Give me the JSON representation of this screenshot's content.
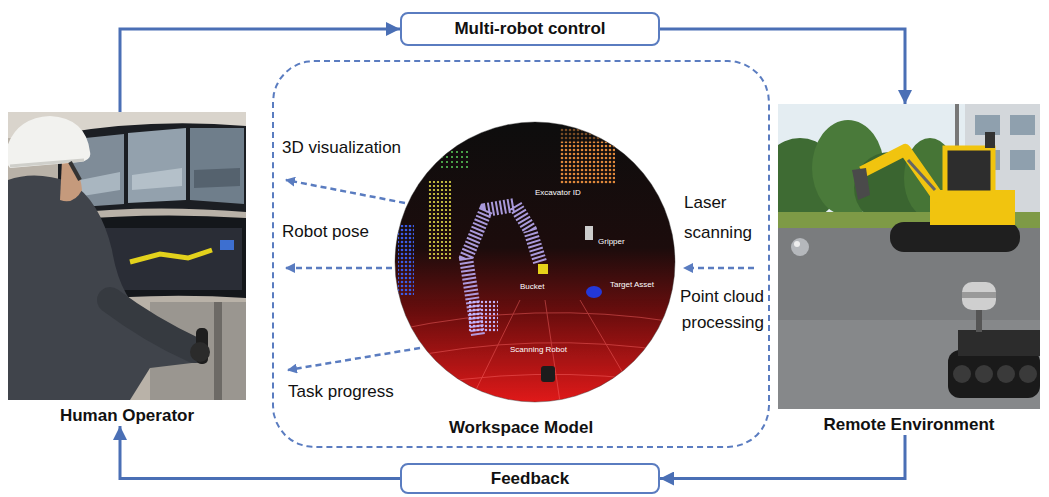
{
  "diagram": {
    "nodes": [
      {
        "text": [
          "Multi-robot control"
        ]
      },
      {
        "text": [
          "Human Operator"
        ]
      },
      {
        "text": [
          "Workspace Model"
        ]
      },
      {
        "text": [
          "Excavator ID",
          "Gripper",
          "Bucket",
          "Target Asset",
          "Scanning Robot"
        ],
        "in": 2
      },
      {
        "text": [
          "Remote Environment"
        ]
      },
      {
        "text": [
          "Feedback"
        ]
      }
    ],
    "edges": [
      {
        "from": 1,
        "to": 0,
        "arrow": "to"
      },
      {
        "from": 0,
        "to": 4,
        "arrow": "to"
      },
      {
        "from": 4,
        "to": 5,
        "arrow": "to"
      },
      {
        "from": 5,
        "to": 1,
        "arrow": "to"
      }
    ],
    "labels": [
      "3D visualization",
      "Robot pose",
      "Task progress",
      "Laser scanning",
      "Point cloud processing"
    ]
  }
}
